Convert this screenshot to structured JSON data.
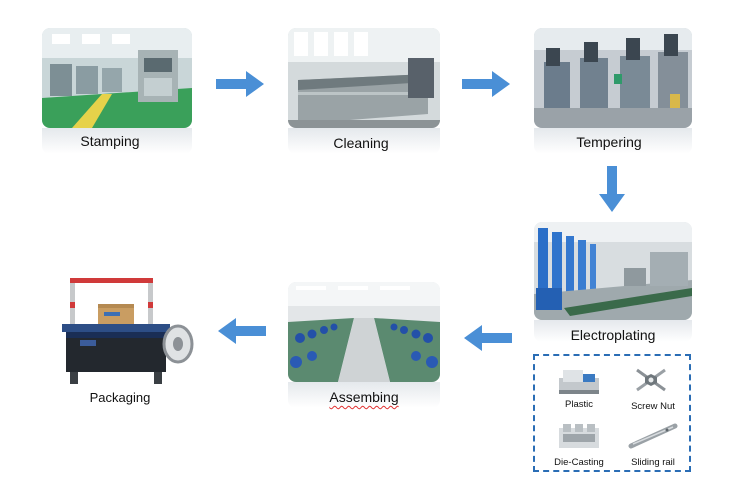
{
  "steps": {
    "stamping": "Stamping",
    "cleaning": "Cleaning",
    "tempering": "Tempering",
    "electroplating": "Electroplating",
    "assembing": "Assembing",
    "packaging": "Packaging"
  },
  "materials": {
    "plastic": "Plastic",
    "screw_nut": "Screw Nut",
    "die_casting": "Die-Casting",
    "sliding_rail": "Sliding rail"
  },
  "colors": {
    "arrow": "#4a8fd6",
    "dashed_border": "#2a6db5"
  }
}
